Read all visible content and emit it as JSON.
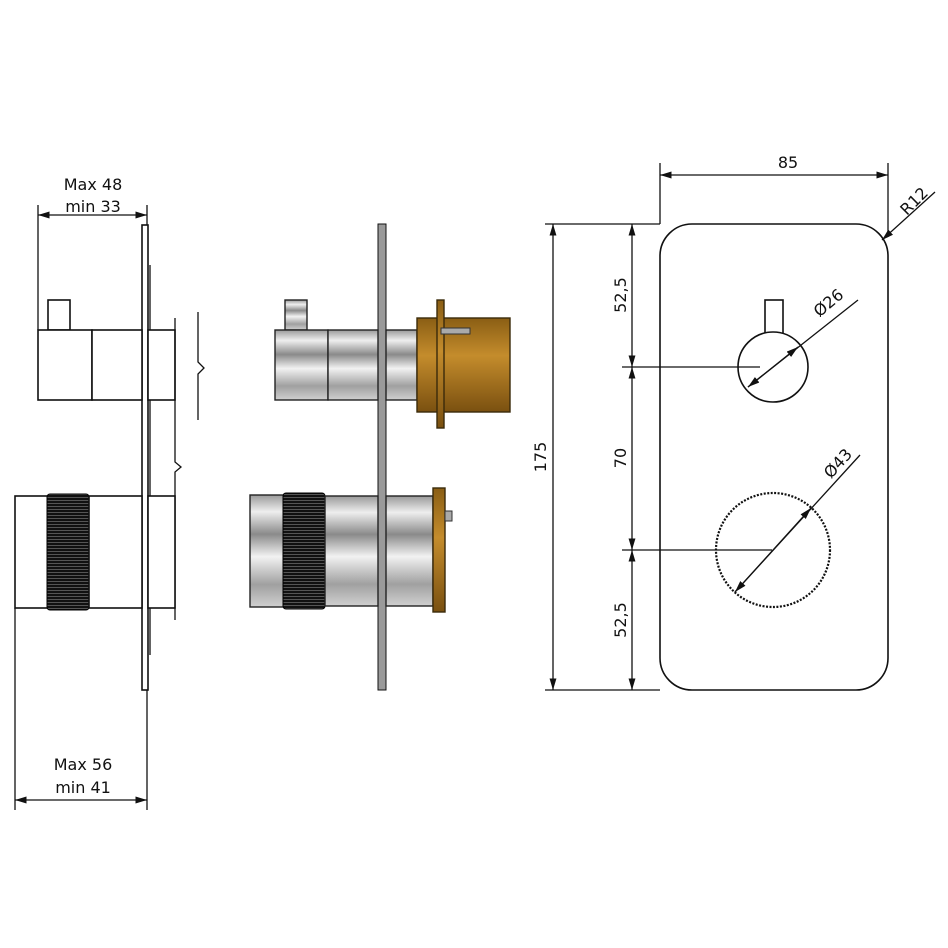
{
  "side_view_outline": {
    "top_dimension": {
      "line1": "Max 48",
      "line2": "min 33"
    },
    "bottom_dimension": {
      "line1": "Max 56",
      "line2": "min 41"
    }
  },
  "front_view": {
    "width": "85",
    "corner_radius": "R12",
    "height": "175",
    "top_offset": "52,5",
    "spacing": "70",
    "bottom_offset": "52,5",
    "small_knob_diameter": "Ø26",
    "large_knob_diameter": "Ø43"
  },
  "colors": {
    "chrome": "#b8b8b8",
    "brass": "#b07a22",
    "knurl": "#1a1a1a",
    "line": "#111111"
  }
}
